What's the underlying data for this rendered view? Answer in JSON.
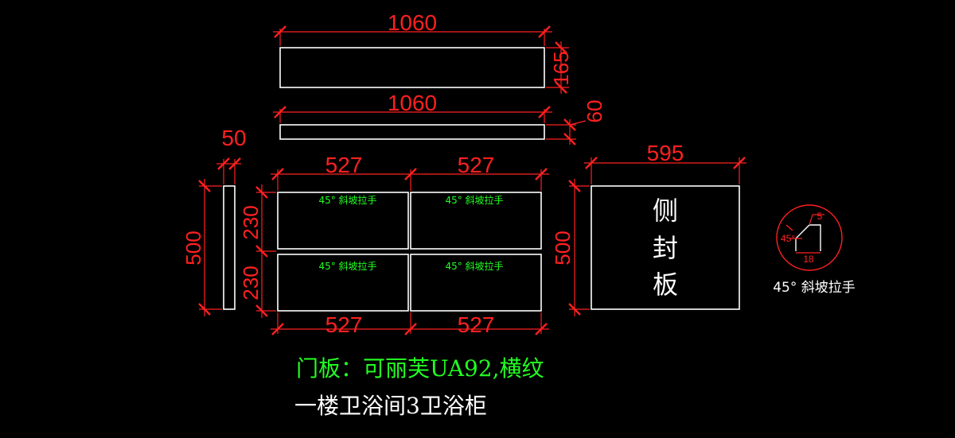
{
  "dimensions": {
    "top_width": "1060",
    "top_height": "165",
    "strip_width": "1060",
    "strip_height": "60",
    "side_strip_width": "50",
    "side_strip_height": "500",
    "door_width_1": "527",
    "door_width_2": "527",
    "door_width_3": "527",
    "door_width_4": "527",
    "door_height_upper": "230",
    "door_height_lower": "230",
    "side_panel_width": "595",
    "side_panel_height": "500"
  },
  "door_labels": [
    "45° 斜坡拉手",
    "45° 斜坡拉手",
    "45° 斜坡拉手",
    "45° 斜坡拉手"
  ],
  "side_panel_text": [
    "侧",
    "封",
    "板"
  ],
  "detail": {
    "angle": "45°",
    "top_size": "5",
    "bottom_size": "18",
    "caption": "45° 斜坡拉手"
  },
  "material_note": "门板：可丽芙UA92,横纹",
  "cabinet_title": "一楼卫浴间3卫浴柜",
  "colors": {
    "background": "#000000",
    "dimension": "#ff2020",
    "outline": "#ffffff",
    "label": "#22ff22"
  }
}
